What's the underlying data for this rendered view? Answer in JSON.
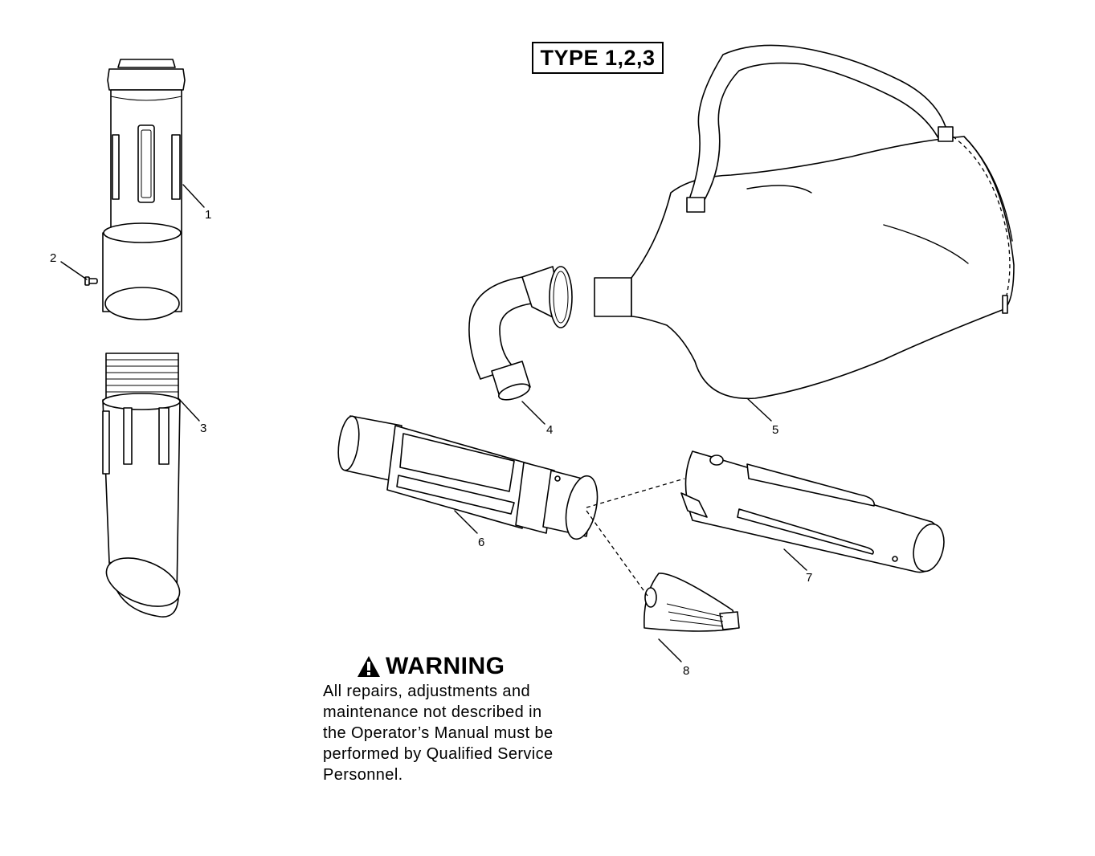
{
  "type_label": "TYPE 1,2,3",
  "callouts": [
    "1",
    "2",
    "3",
    "4",
    "5",
    "6",
    "7",
    "8"
  ],
  "warning": {
    "icon": "warning-triangle-icon",
    "title": "WARNING",
    "lines": [
      "All repairs, adjustments and",
      "maintenance not described in",
      "the Operator’s Manual must be",
      "performed by Qualified Service",
      "Personnel."
    ]
  }
}
